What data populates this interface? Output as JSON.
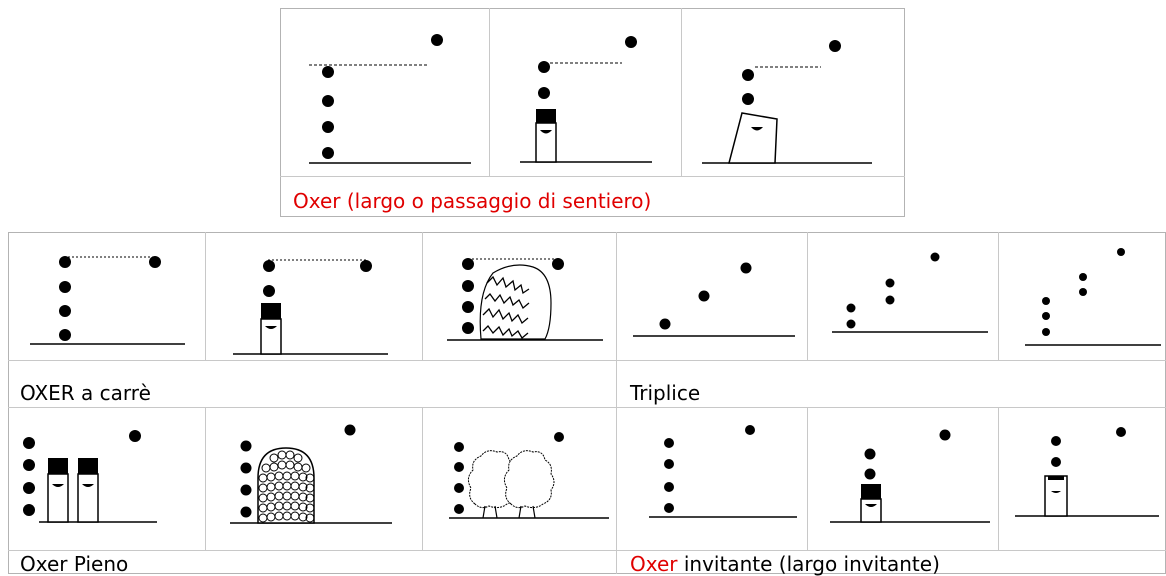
{
  "top_table": {
    "caption": "Oxer (largo o passaggio di sentiero)",
    "caption_color": "#e00000",
    "figures": [
      "oxer-poles",
      "oxer-brush-block",
      "oxer-slanted-block"
    ]
  },
  "bottom_table": {
    "left_group": {
      "caption": "OXER a carrè",
      "figures": [
        "square-oxer-poles",
        "square-oxer-brush-block",
        "square-oxer-hedge"
      ]
    },
    "right_group": {
      "caption": "Triplice",
      "figures": [
        "triple-bar-low",
        "triple-bar-double",
        "triple-bar-stacked"
      ]
    },
    "left_group_2": {
      "caption": "Oxer Pieno",
      "figures": [
        "full-oxer-brush-blocks",
        "full-oxer-stone-wall",
        "full-oxer-bushes"
      ]
    },
    "right_group_2": {
      "caption_red": "Oxer",
      "caption_rest": " invitante (largo invitante)",
      "caption_color": "#e00000",
      "figures": [
        "inviting-oxer-poles",
        "inviting-oxer-brush-block",
        "inviting-oxer-block"
      ]
    }
  }
}
